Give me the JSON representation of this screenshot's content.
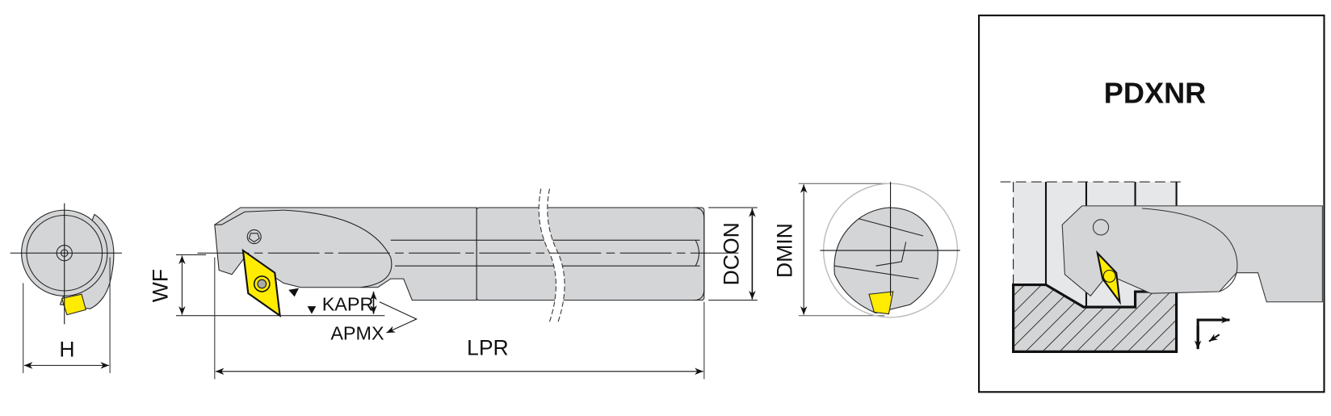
{
  "labels": {
    "h": "H",
    "wf": "WF",
    "kapr": "KAPR",
    "apmx": "APMX",
    "lpr": "LPR",
    "dcon": "DCON",
    "dmin": "DMIN"
  },
  "detail_box": {
    "title": "PDXNR"
  },
  "colors": {
    "body": "#d4d5d7",
    "insert": "#ffec00",
    "workpiece": "#e6e7e8",
    "line": "#1a1a1a"
  }
}
